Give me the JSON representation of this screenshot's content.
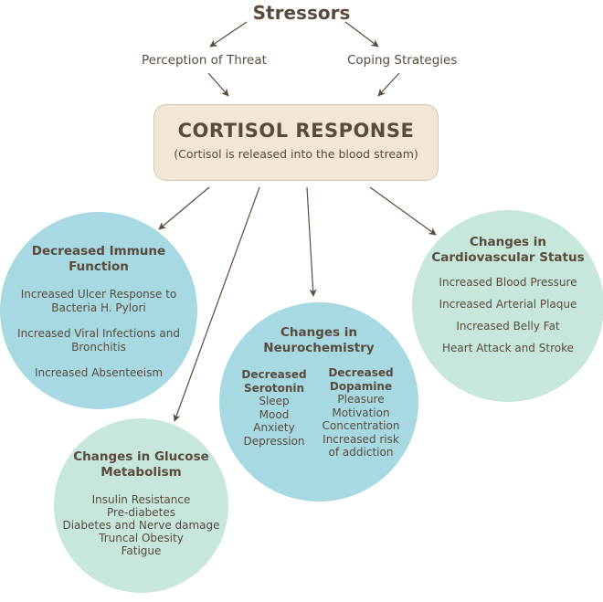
{
  "stressors": "Stressors",
  "perception_of_threat": "Perception of Threat",
  "coping_strategies": "Coping Strategies",
  "cortisol": {
    "title": "CORTISOL RESPONSE",
    "subtitle": "(Cortisol is released into the blood stream)"
  },
  "immune": {
    "title_lines": [
      "Decreased Immune",
      "Function"
    ],
    "items": [
      "Increased Ulcer Response to",
      "Bacteria H. Pylori",
      "Increased Viral Infections and",
      "Bronchitis",
      "Increased Absenteeism"
    ]
  },
  "cardio": {
    "title_lines": [
      "Changes in",
      "Cardiovascular Status"
    ],
    "items": [
      "Increased Blood Pressure",
      "Increased Arterial Plaque",
      "Increased Belly Fat",
      "Heart Attack and Stroke"
    ]
  },
  "neuro": {
    "title_lines": [
      "Changes in",
      "Neurochemistry"
    ],
    "serotonin": {
      "heading_lines": [
        "Decreased",
        "Serotonin"
      ],
      "items": [
        "Sleep",
        "Mood",
        "Anxiety",
        "Depression"
      ]
    },
    "dopamine": {
      "heading_lines": [
        "Decreased",
        "Dopamine"
      ],
      "items": [
        "Pleasure",
        "Motivation",
        "Concentration",
        "Increased risk",
        "of addiction"
      ]
    }
  },
  "glucose": {
    "title_lines": [
      "Changes in Glucose",
      "Metabolism"
    ],
    "items": [
      "Insulin Resistance",
      "Pre-diabetes",
      "Diabetes and Nerve damage",
      "Truncal Obesity",
      "Fatigue"
    ]
  },
  "colors": {
    "text": "#5a4a3c",
    "box_fill": "#f2e6d6",
    "blue_circle": "#a6d9e1",
    "green_circle": "#c7e7dc",
    "arrow": "#5a4a3c"
  }
}
